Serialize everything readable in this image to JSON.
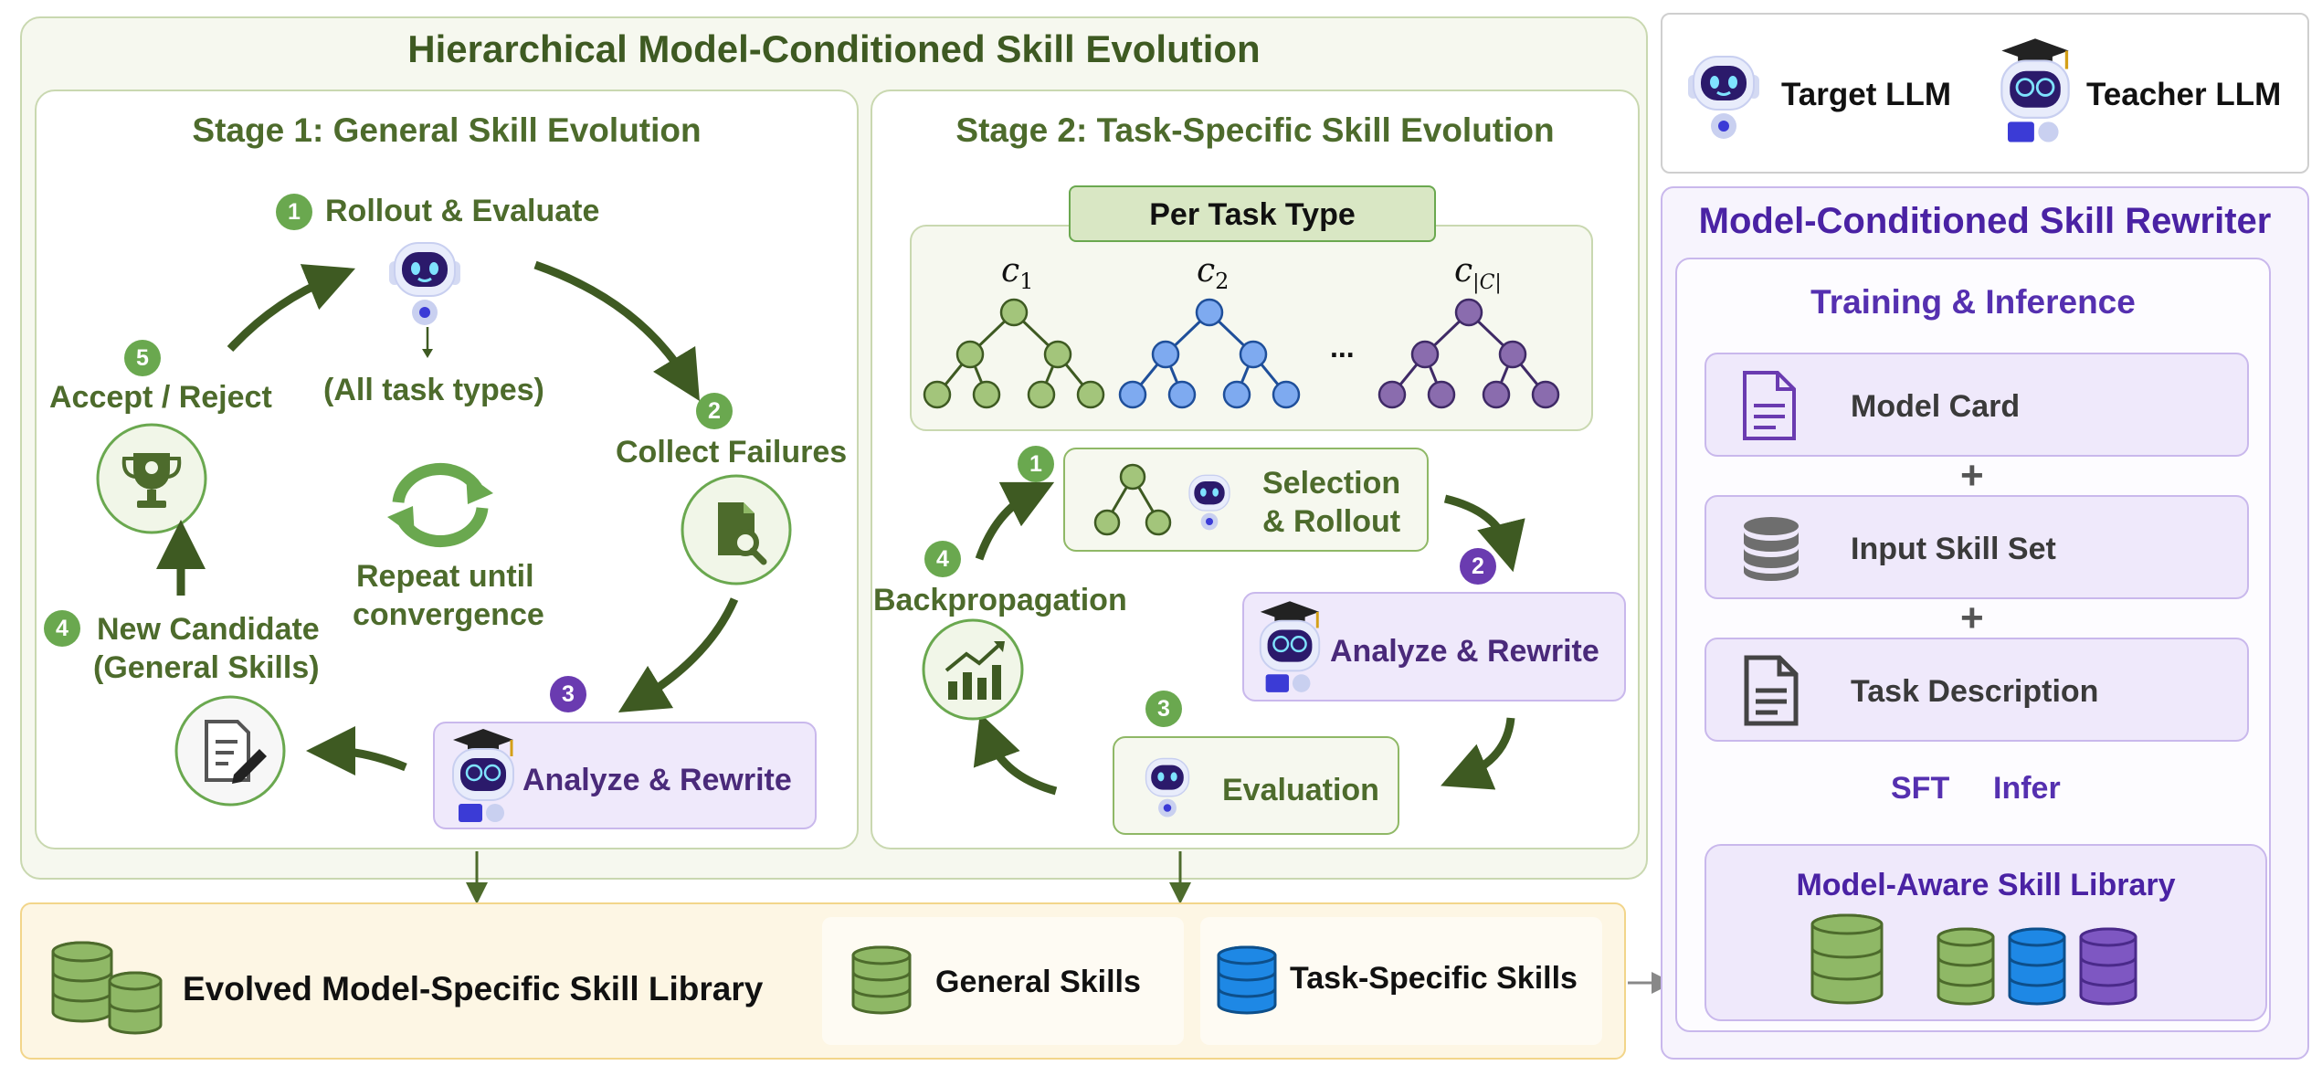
{
  "main_panel": {
    "title": "Hierarchical Model-Conditioned Skill Evolution"
  },
  "stage1": {
    "title": "Stage 1: General Skill Evolution",
    "steps": [
      {
        "num": "1",
        "label": "Rollout & Evaluate"
      },
      {
        "num": "2",
        "label": "Collect Failures"
      },
      {
        "num": "3",
        "label": "Analyze & Rewrite"
      },
      {
        "num": "4",
        "label_line1": "New Candidate",
        "label_line2": "(General Skills)"
      },
      {
        "num": "5",
        "label": "Accept / Reject"
      }
    ],
    "all_task_types": "(All task types)",
    "center_line1": "Repeat until",
    "center_line2": "convergence"
  },
  "stage2": {
    "title": "Stage 2: Task-Specific Skill Evolution",
    "per_task_type": "Per Task Type",
    "tree_labels": [
      "c",
      "c",
      "c"
    ],
    "tree_subscripts": [
      "1",
      "2",
      "|C|"
    ],
    "ellipsis": "...",
    "steps": [
      {
        "num": "1",
        "label_line1": "Selection",
        "label_line2": "& Rollout"
      },
      {
        "num": "2",
        "label": "Analyze & Rewrite"
      },
      {
        "num": "3",
        "label": "Evaluation"
      },
      {
        "num": "4",
        "label": "Backpropagation"
      }
    ]
  },
  "legend": {
    "target": "Target LLM",
    "teacher": "Teacher LLM"
  },
  "rewriter": {
    "title": "Model-Conditioned Skill Rewriter",
    "subtitle": "Training & Inference",
    "inputs": [
      "Model Card",
      "Input Skill Set",
      "Task Description"
    ],
    "plus": "+",
    "sft": "SFT",
    "infer": "Infer",
    "library": "Model-Aware Skill Library"
  },
  "bottom": {
    "library": "Evolved Model-Specific Skill Library",
    "general": "General Skills",
    "task_specific": "Task-Specific Skills"
  },
  "colors": {
    "green": "#6aa84f",
    "dark_green": "#3e5a22",
    "purple": "#6a3bb0",
    "blue": "#1e88e5"
  }
}
